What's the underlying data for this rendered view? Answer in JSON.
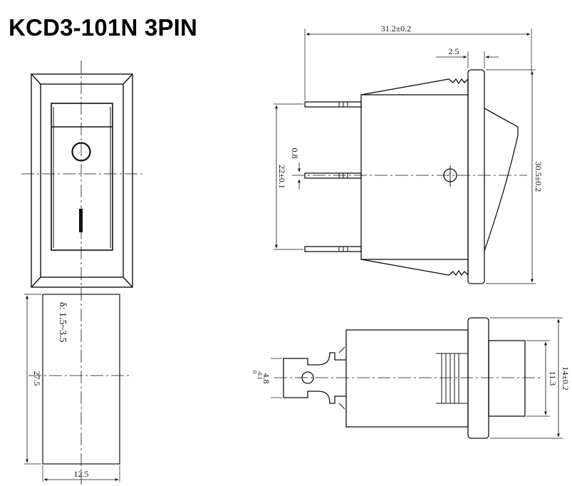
{
  "title": "KCD3-101N 3PIN",
  "symbols": {
    "off": "O",
    "on": "I"
  },
  "dimensions": {
    "overall_depth": "31.2±0.2",
    "flange_thickness": "2.5",
    "height": "30.5±0.2",
    "pin_spacing": "22±0.1",
    "pin_thickness": "0.8",
    "panel_thickness": "δ: 1.5~3.5",
    "cutout_height": "27.5",
    "cutout_width": "12.5",
    "terminal_width": "4.8",
    "terminal_tol_upper": "0",
    "terminal_tol_lower": "-0.1",
    "body_width": "11.3",
    "flange_width": "14±0.2"
  },
  "colors": {
    "line": "#111111",
    "background": "#ffffff"
  }
}
